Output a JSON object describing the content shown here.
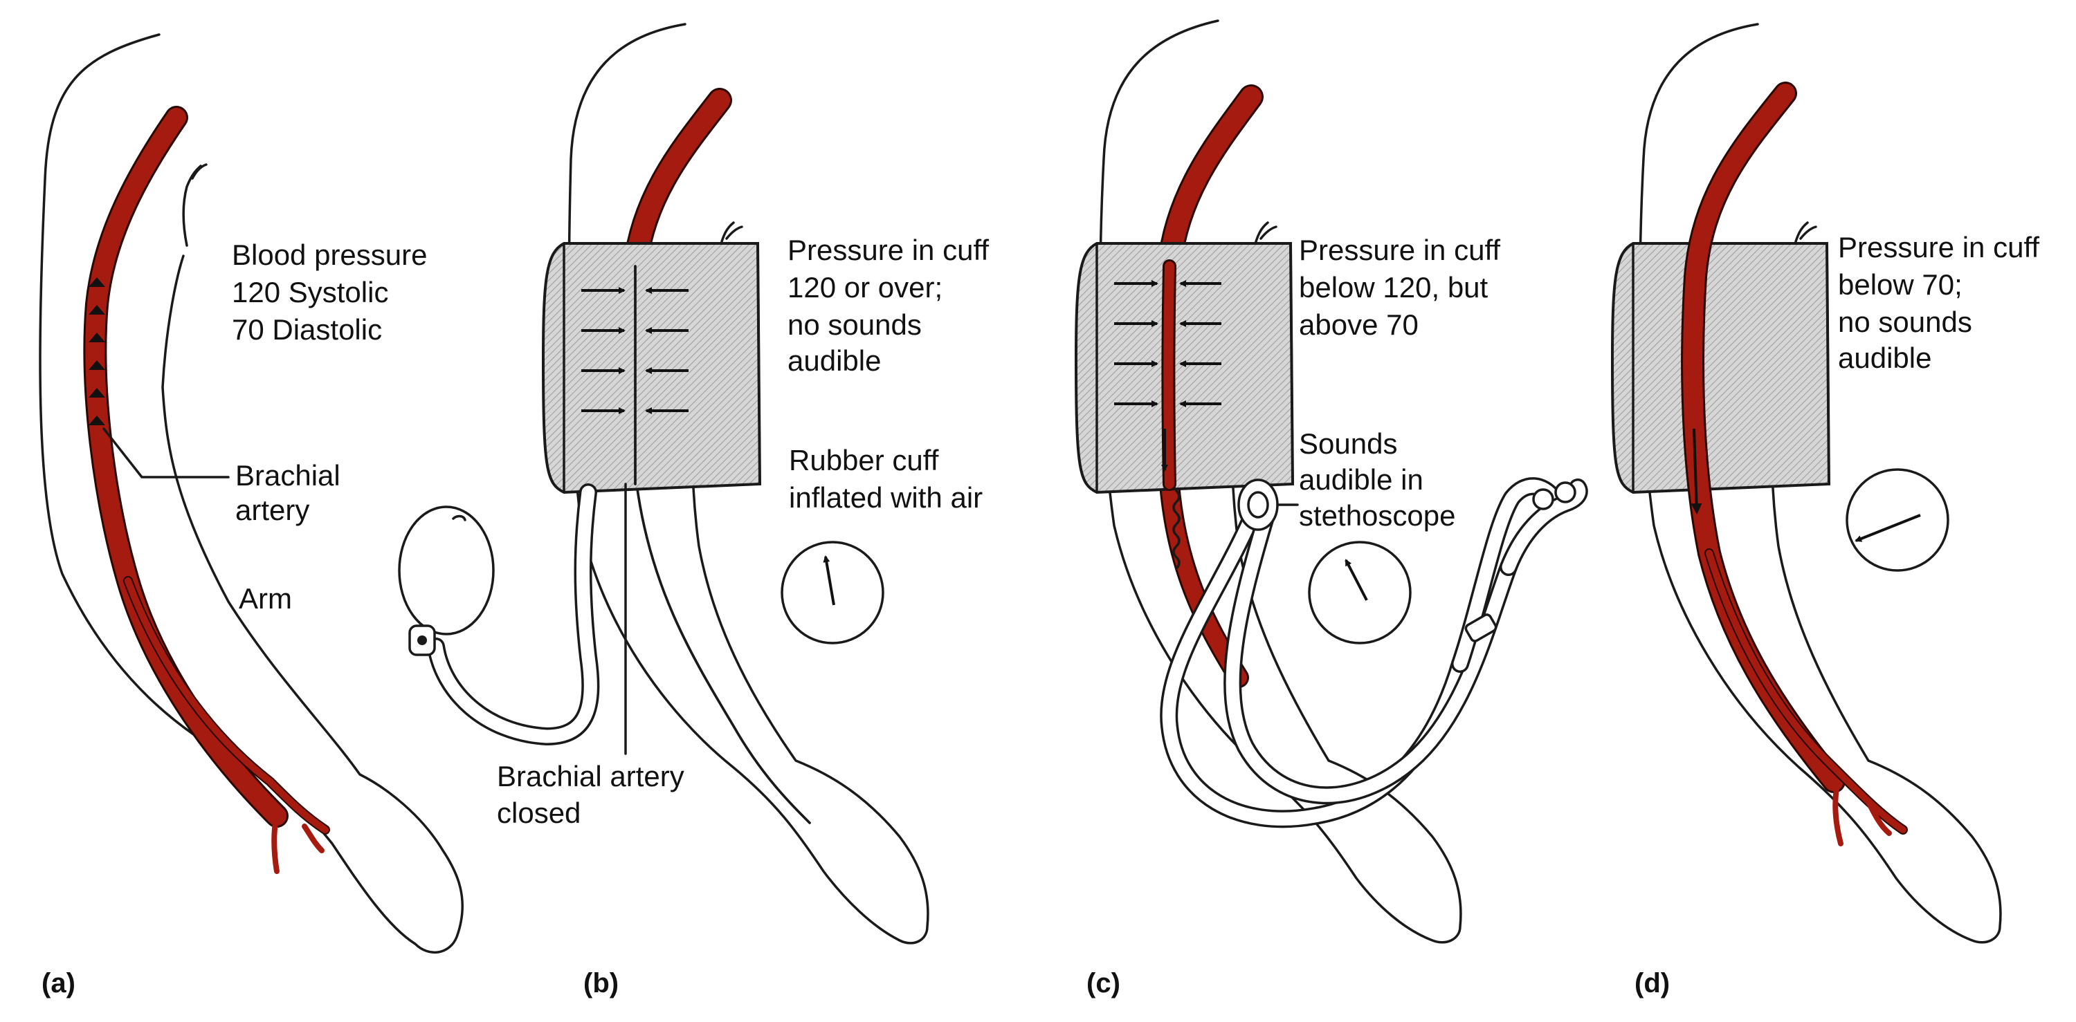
{
  "panels": [
    {
      "id": "a",
      "label": "(a)",
      "texts": {
        "bp_line1": "Blood pressure",
        "bp_line2": "120 Systolic",
        "bp_line3": "70 Diastolic",
        "artery_line1": "Brachial",
        "artery_line2": "artery",
        "arm": "Arm"
      }
    },
    {
      "id": "b",
      "label": "(b)",
      "texts": {
        "cuff_line1": "Pressure in cuff",
        "cuff_line2": "120 or over;",
        "cuff_line3": "no sounds",
        "cuff_line4": "audible",
        "rubber_line1": "Rubber cuff",
        "rubber_line2": "inflated with air",
        "closed_line1": "Brachial artery",
        "closed_line2": "closed"
      }
    },
    {
      "id": "c",
      "label": "(c)",
      "texts": {
        "cuff_line1": "Pressure in cuff",
        "cuff_line2": "below 120, but",
        "cuff_line3": "above 70",
        "sounds_line1": "Sounds",
        "sounds_line2": "audible in",
        "sounds_line3": "stethoscope"
      }
    },
    {
      "id": "d",
      "label": "(d)",
      "texts": {
        "cuff_line1": "Pressure in cuff",
        "cuff_line2": "below 70;",
        "cuff_line3": "no sounds",
        "cuff_line4": "audible"
      }
    }
  ],
  "colors": {
    "artery": "#a61b0f",
    "cuff_fill": "#cfcfcf",
    "outline": "#1a1a1a",
    "background": "#ffffff"
  }
}
